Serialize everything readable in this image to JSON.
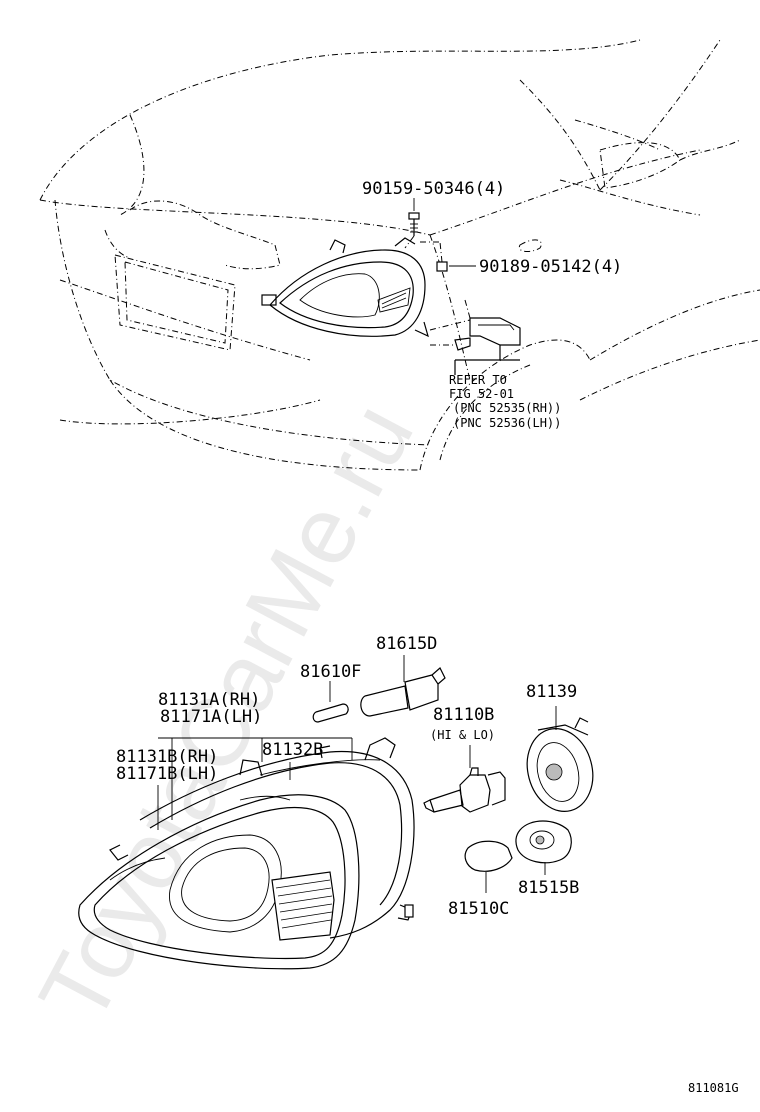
{
  "watermark": "ToyotaCarMe.ru",
  "figure_code": "811081G",
  "labels": {
    "bolt": "90159-50346(4)",
    "nut": "90189-05142(4)",
    "refer_line1": "REFER TO",
    "refer_line2": "FIG 52-01",
    "refer_line3": "(PNC 52535(RH))",
    "refer_line4": "(PNC 52536(LH))",
    "p81615D": "81615D",
    "p81610F": "81610F",
    "p81131A": "81131A(RH)",
    "p81171A": "81171A(LH)",
    "p81110B": "81110B",
    "p81110B_note": "(HI & LO)",
    "p81139": "81139",
    "p81131B": "81131B(RH)",
    "p81171B": "81171B(LH)",
    "p81132B": "81132B",
    "p81515B": "81515B",
    "p81510C": "81510C"
  },
  "icons": [
    "car-front-outline",
    "headlamp-assembly",
    "bolt-icon",
    "nut-icon",
    "bracket-icon",
    "bulb-icon",
    "socket-icon"
  ]
}
